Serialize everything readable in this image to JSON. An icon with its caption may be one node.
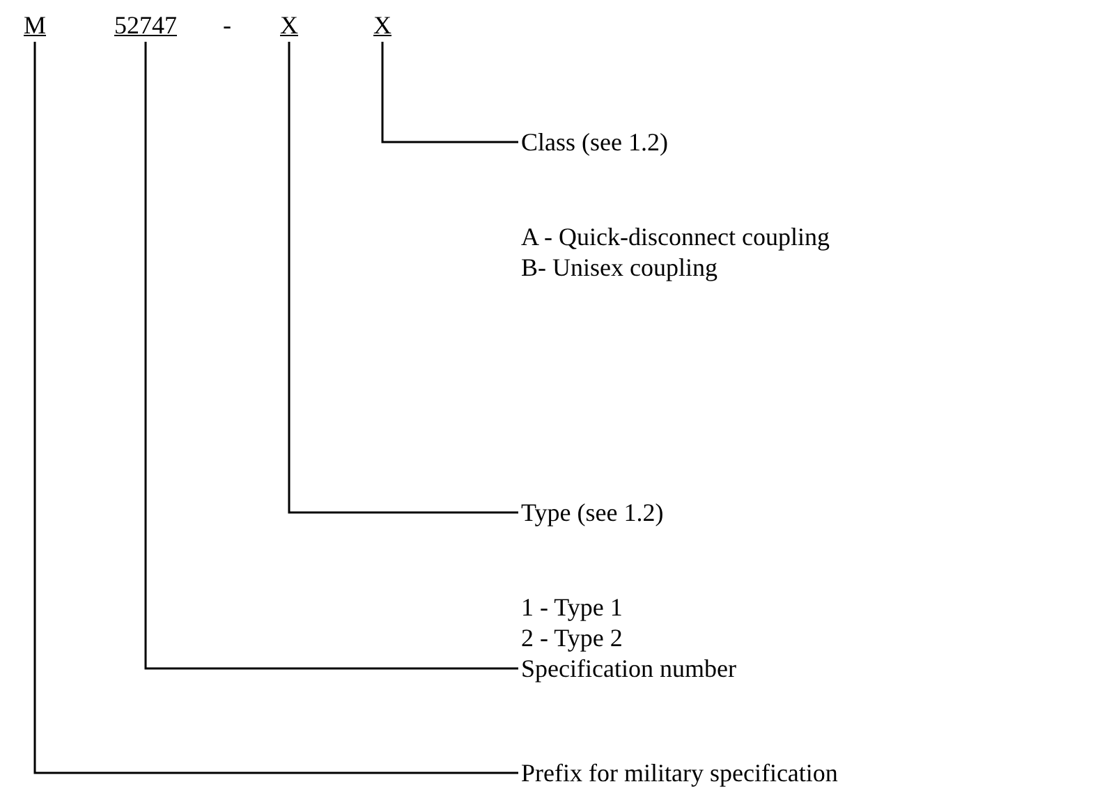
{
  "diagram": {
    "nodes": [
      {
        "text": [
          "M"
        ]
      },
      {
        "text": [
          "52747"
        ]
      },
      {
        "text": [
          "X"
        ]
      },
      {
        "text": [
          "X"
        ]
      },
      {
        "text": [
          "Class (see 1.2)"
        ]
      },
      {
        "text": [
          "Type (see 1.2)"
        ]
      },
      {
        "text": [
          "Specification number"
        ]
      },
      {
        "text": [
          "Prefix for military specification"
        ]
      }
    ],
    "edges": [
      {
        "from": 3,
        "to": 4,
        "arrow": "none"
      },
      {
        "from": 2,
        "to": 5,
        "arrow": "none"
      },
      {
        "from": 1,
        "to": 6,
        "arrow": "none"
      },
      {
        "from": 0,
        "to": 7,
        "arrow": "none"
      }
    ],
    "labels": [
      "-",
      "A - Quick-disconnect coupling",
      "B- Unisex coupling",
      "1 - Type 1",
      "2 - Type 2"
    ]
  }
}
